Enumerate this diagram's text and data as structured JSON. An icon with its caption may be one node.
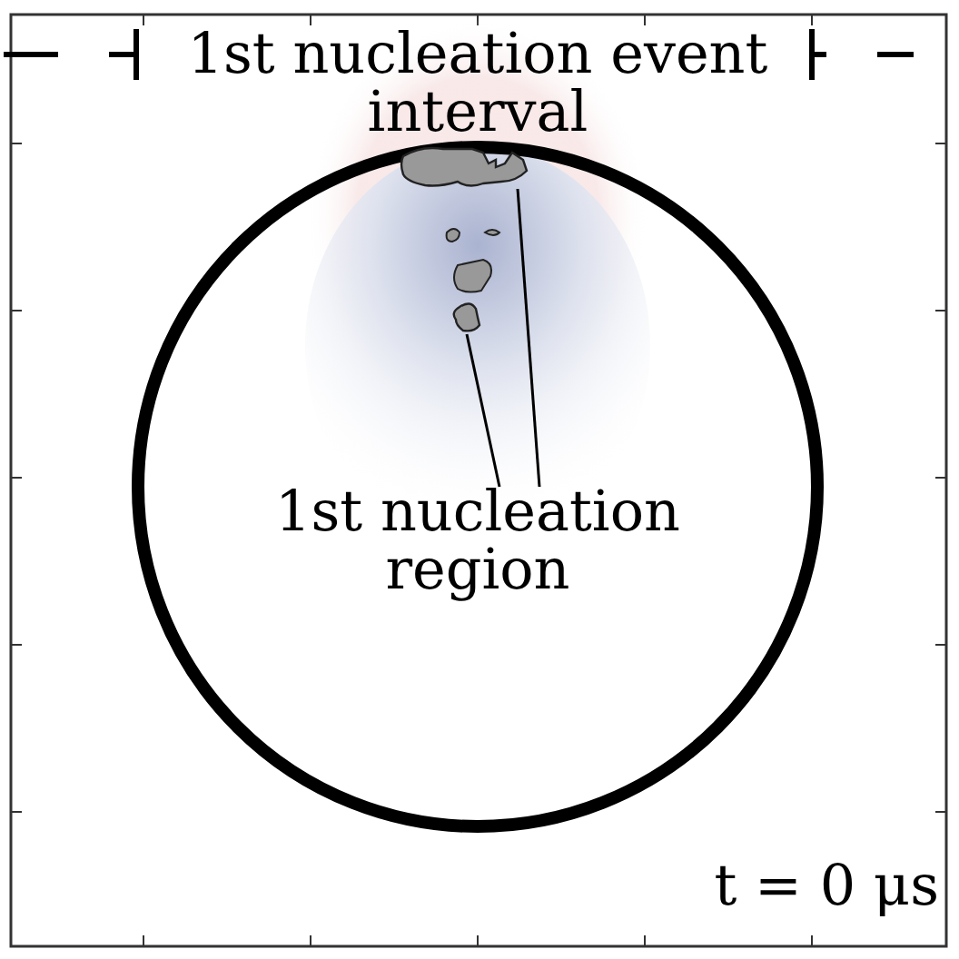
{
  "diagram": {
    "nodes": [
      {
        "text": [
          "1st nucleation region"
        ]
      },
      {
        "text": [],
        "shape": "blob"
      },
      {
        "text": [],
        "shape": "blob"
      }
    ],
    "edges": [
      {
        "from": 0,
        "to": 1,
        "arrow": "none"
      },
      {
        "from": 0,
        "to": 2,
        "arrow": "none"
      }
    ],
    "labels": [
      "1st nucleation event interval",
      "t = 0 μs"
    ]
  }
}
